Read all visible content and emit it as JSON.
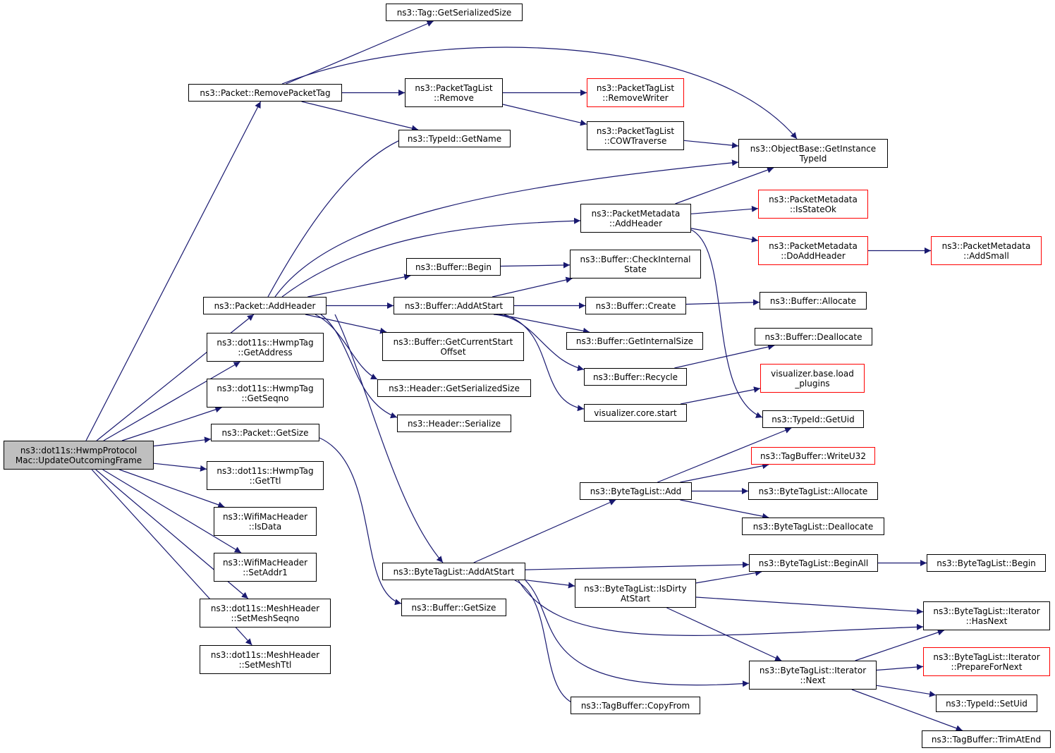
{
  "diagram": {
    "nodes": [
      {
        "id": "root",
        "lines": [
          "ns3::dot11s::HwmpProtocol",
          "Mac::UpdateOutcomingFrame"
        ],
        "root": true
      },
      {
        "id": "removePacketTag",
        "lines": [
          "ns3::Packet::RemovePacketTag"
        ]
      },
      {
        "id": "addHeader",
        "lines": [
          "ns3::Packet::AddHeader"
        ]
      },
      {
        "id": "hwmpGetAddress",
        "lines": [
          "ns3::dot11s::HwmpTag",
          "::GetAddress"
        ]
      },
      {
        "id": "hwmpGetSeqno",
        "lines": [
          "ns3::dot11s::HwmpTag",
          "::GetSeqno"
        ]
      },
      {
        "id": "packetGetSize",
        "lines": [
          "ns3::Packet::GetSize"
        ]
      },
      {
        "id": "hwmpGetTtl",
        "lines": [
          "ns3::dot11s::HwmpTag",
          "::GetTtl"
        ]
      },
      {
        "id": "wifiIsData",
        "lines": [
          "ns3::WifiMacHeader",
          "::IsData"
        ]
      },
      {
        "id": "wifiSetAddr1",
        "lines": [
          "ns3::WifiMacHeader",
          "::SetAddr1"
        ]
      },
      {
        "id": "meshSetSeqno",
        "lines": [
          "ns3::dot11s::MeshHeader",
          "::SetMeshSeqno"
        ]
      },
      {
        "id": "meshSetTtl",
        "lines": [
          "ns3::dot11s::MeshHeader",
          "::SetMeshTtl"
        ]
      },
      {
        "id": "tagGetSerializedSize",
        "lines": [
          "ns3::Tag::GetSerializedSize"
        ]
      },
      {
        "id": "ptlRemove",
        "lines": [
          "ns3::PacketTagList",
          "::Remove"
        ]
      },
      {
        "id": "typeIdGetName",
        "lines": [
          "ns3::TypeId::GetName"
        ]
      },
      {
        "id": "ptlRemoveWriter",
        "lines": [
          "ns3::PacketTagList",
          "::RemoveWriter"
        ],
        "red": true
      },
      {
        "id": "ptlCowTraverse",
        "lines": [
          "ns3::PacketTagList",
          "::COWTraverse"
        ]
      },
      {
        "id": "objGetInstanceTypeId",
        "lines": [
          "ns3::ObjectBase::GetInstance",
          "TypeId"
        ]
      },
      {
        "id": "pmAddHeader",
        "lines": [
          "ns3::PacketMetadata",
          "::AddHeader"
        ]
      },
      {
        "id": "pmIsStateOk",
        "lines": [
          "ns3::PacketMetadata",
          "::IsStateOk"
        ],
        "red": true
      },
      {
        "id": "pmDoAddHeader",
        "lines": [
          "ns3::PacketMetadata",
          "::DoAddHeader"
        ],
        "red": true
      },
      {
        "id": "pmAddSmall",
        "lines": [
          "ns3::PacketMetadata",
          "::AddSmall"
        ],
        "red": true
      },
      {
        "id": "bufBegin",
        "lines": [
          "ns3::Buffer::Begin"
        ]
      },
      {
        "id": "bufCheckInternal",
        "lines": [
          "ns3::Buffer::CheckInternal",
          "State"
        ]
      },
      {
        "id": "bufAddAtStart",
        "lines": [
          "ns3::Buffer::AddAtStart"
        ]
      },
      {
        "id": "bufCreate",
        "lines": [
          "ns3::Buffer::Create"
        ]
      },
      {
        "id": "bufAllocate",
        "lines": [
          "ns3::Buffer::Allocate"
        ]
      },
      {
        "id": "bufGetCurrentStartOffset",
        "lines": [
          "ns3::Buffer::GetCurrentStart",
          "Offset"
        ]
      },
      {
        "id": "bufGetInternalSize",
        "lines": [
          "ns3::Buffer::GetInternalSize"
        ]
      },
      {
        "id": "bufDeallocate",
        "lines": [
          "ns3::Buffer::Deallocate"
        ]
      },
      {
        "id": "hdrGetSerializedSize",
        "lines": [
          "ns3::Header::GetSerializedSize"
        ]
      },
      {
        "id": "bufRecycle",
        "lines": [
          "ns3::Buffer::Recycle"
        ]
      },
      {
        "id": "vizLoadPlugins",
        "lines": [
          "visualizer.base.load",
          "_plugins"
        ],
        "red": true
      },
      {
        "id": "hdrSerialize",
        "lines": [
          "ns3::Header::Serialize"
        ]
      },
      {
        "id": "vizCoreStart",
        "lines": [
          "visualizer.core.start"
        ]
      },
      {
        "id": "typeIdGetUid",
        "lines": [
          "ns3::TypeId::GetUid"
        ]
      },
      {
        "id": "tagBufWriteU32",
        "lines": [
          "ns3::TagBuffer::WriteU32"
        ],
        "red": true
      },
      {
        "id": "btlAdd",
        "lines": [
          "ns3::ByteTagList::Add"
        ]
      },
      {
        "id": "btlAllocate",
        "lines": [
          "ns3::ByteTagList::Allocate"
        ]
      },
      {
        "id": "btlDeallocate",
        "lines": [
          "ns3::ByteTagList::Deallocate"
        ]
      },
      {
        "id": "btlAddAtStart",
        "lines": [
          "ns3::ByteTagList::AddAtStart"
        ]
      },
      {
        "id": "btlBeginAll",
        "lines": [
          "ns3::ByteTagList::BeginAll"
        ]
      },
      {
        "id": "btlBegin",
        "lines": [
          "ns3::ByteTagList::Begin"
        ]
      },
      {
        "id": "btlIsDirtyAtStart",
        "lines": [
          "ns3::ByteTagList::IsDirty",
          "AtStart"
        ]
      },
      {
        "id": "bufGetSize",
        "lines": [
          "ns3::Buffer::GetSize"
        ]
      },
      {
        "id": "btlItHasNext",
        "lines": [
          "ns3::ByteTagList::Iterator",
          "::HasNext"
        ]
      },
      {
        "id": "btlItPrepareForNext",
        "lines": [
          "ns3::ByteTagList::Iterator",
          "::PrepareForNext"
        ],
        "red": true
      },
      {
        "id": "btlItNext",
        "lines": [
          "ns3::ByteTagList::Iterator",
          "::Next"
        ]
      },
      {
        "id": "typeIdSetUid",
        "lines": [
          "ns3::TypeId::SetUid"
        ]
      },
      {
        "id": "tagBufCopyFrom",
        "lines": [
          "ns3::TagBuffer::CopyFrom"
        ]
      },
      {
        "id": "tagBufTrimAtEnd",
        "lines": [
          "ns3::TagBuffer::TrimAtEnd"
        ]
      }
    ],
    "edges": [
      [
        "root",
        "removePacketTag"
      ],
      [
        "root",
        "addHeader"
      ],
      [
        "root",
        "hwmpGetAddress"
      ],
      [
        "root",
        "hwmpGetSeqno"
      ],
      [
        "root",
        "packetGetSize"
      ],
      [
        "root",
        "hwmpGetTtl"
      ],
      [
        "root",
        "wifiIsData"
      ],
      [
        "root",
        "wifiSetAddr1"
      ],
      [
        "root",
        "meshSetSeqno"
      ],
      [
        "root",
        "meshSetTtl"
      ],
      [
        "removePacketTag",
        "tagGetSerializedSize"
      ],
      [
        "removePacketTag",
        "ptlRemove"
      ],
      [
        "removePacketTag",
        "typeIdGetName"
      ],
      [
        "removePacketTag",
        "objGetInstanceTypeId"
      ],
      [
        "ptlRemove",
        "ptlRemoveWriter"
      ],
      [
        "ptlRemove",
        "ptlCowTraverse"
      ],
      [
        "ptlCowTraverse",
        "objGetInstanceTypeId"
      ],
      [
        "addHeader",
        "typeIdGetName"
      ],
      [
        "addHeader",
        "objGetInstanceTypeId"
      ],
      [
        "addHeader",
        "pmAddHeader"
      ],
      [
        "addHeader",
        "bufBegin"
      ],
      [
        "addHeader",
        "bufAddAtStart"
      ],
      [
        "addHeader",
        "bufGetCurrentStartOffset"
      ],
      [
        "addHeader",
        "hdrGetSerializedSize"
      ],
      [
        "addHeader",
        "hdrSerialize"
      ],
      [
        "addHeader",
        "btlAddAtStart"
      ],
      [
        "pmAddHeader",
        "objGetInstanceTypeId"
      ],
      [
        "pmAddHeader",
        "pmIsStateOk"
      ],
      [
        "pmAddHeader",
        "pmDoAddHeader"
      ],
      [
        "pmAddHeader",
        "typeIdGetUid"
      ],
      [
        "pmDoAddHeader",
        "pmAddSmall"
      ],
      [
        "bufBegin",
        "bufCheckInternal"
      ],
      [
        "bufAddAtStart",
        "bufCheckInternal"
      ],
      [
        "bufAddAtStart",
        "bufCreate"
      ],
      [
        "bufAddAtStart",
        "bufGetInternalSize"
      ],
      [
        "bufAddAtStart",
        "bufRecycle"
      ],
      [
        "bufAddAtStart",
        "vizCoreStart"
      ],
      [
        "bufCreate",
        "bufAllocate"
      ],
      [
        "bufRecycle",
        "bufDeallocate"
      ],
      [
        "vizCoreStart",
        "vizLoadPlugins"
      ],
      [
        "packetGetSize",
        "bufGetSize"
      ],
      [
        "btlAddAtStart",
        "btlAdd"
      ],
      [
        "btlAddAtStart",
        "btlBeginAll"
      ],
      [
        "btlAddAtStart",
        "btlIsDirtyAtStart"
      ],
      [
        "btlAddAtStart",
        "btlItHasNext"
      ],
      [
        "btlAddAtStart",
        "btlItNext"
      ],
      [
        "btlAddAtStart",
        "tagBufCopyFrom"
      ],
      [
        "btlAdd",
        "typeIdGetUid"
      ],
      [
        "btlAdd",
        "tagBufWriteU32"
      ],
      [
        "btlAdd",
        "btlAllocate"
      ],
      [
        "btlAdd",
        "btlDeallocate"
      ],
      [
        "btlBeginAll",
        "btlBegin"
      ],
      [
        "btlIsDirtyAtStart",
        "btlBeginAll"
      ],
      [
        "btlIsDirtyAtStart",
        "btlItHasNext"
      ],
      [
        "btlIsDirtyAtStart",
        "btlItNext"
      ],
      [
        "btlItNext",
        "btlItHasNext"
      ],
      [
        "btlItNext",
        "btlItPrepareForNext"
      ],
      [
        "btlItNext",
        "typeIdSetUid"
      ],
      [
        "btlItNext",
        "tagBufTrimAtEnd"
      ]
    ],
    "colors": {
      "edge": "#191970",
      "box": "#000000",
      "unresolved": "#ff0000",
      "root_fill": "#bfbfbf"
    }
  }
}
